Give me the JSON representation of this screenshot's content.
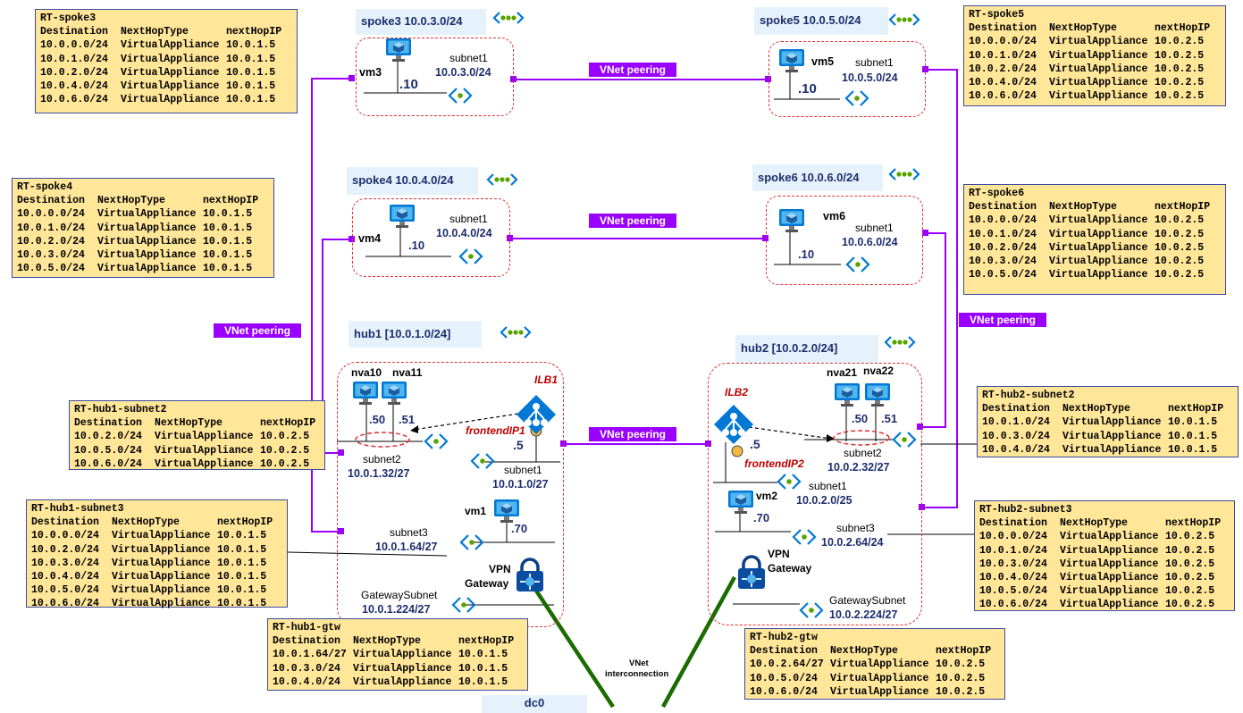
{
  "route_tables": {
    "rt_spoke3": {
      "title": "RT-spoke3",
      "header": [
        "Destination",
        "NextHopType",
        "nextHopIP"
      ],
      "rows": [
        [
          "10.0.0.0/24",
          "VirtualAppliance",
          "10.0.1.5"
        ],
        [
          "10.0.1.0/24",
          "VirtualAppliance",
          "10.0.1.5"
        ],
        [
          "10.0.2.0/24",
          "VirtualAppliance",
          "10.0.1.5"
        ],
        [
          "10.0.4.0/24",
          "VirtualAppliance",
          "10.0.1.5"
        ],
        [
          "10.0.6.0/24",
          "VirtualAppliance",
          "10.0.1.5"
        ]
      ]
    },
    "rt_spoke4": {
      "title": "RT-spoke4",
      "header": [
        "Destination",
        "NextHopType",
        "nextHopIP"
      ],
      "rows": [
        [
          "10.0.0.0/24",
          "VirtualAppliance",
          "10.0.1.5"
        ],
        [
          "10.0.1.0/24",
          "VirtualAppliance",
          "10.0.1.5"
        ],
        [
          "10.0.2.0/24",
          "VirtualAppliance",
          "10.0.1.5"
        ],
        [
          "10.0.3.0/24",
          "VirtualAppliance",
          "10.0.1.5"
        ],
        [
          "10.0.5.0/24",
          "VirtualAppliance",
          "10.0.1.5"
        ]
      ]
    },
    "rt_spoke5": {
      "title": "RT-spoke5",
      "header": [
        "Destination",
        "NextHopType",
        "nextHopIP"
      ],
      "rows": [
        [
          "10.0.0.0/24",
          "VirtualAppliance",
          "10.0.2.5"
        ],
        [
          "10.0.1.0/24",
          "VirtualAppliance",
          "10.0.2.5"
        ],
        [
          "10.0.2.0/24",
          "VirtualAppliance",
          "10.0.2.5"
        ],
        [
          "10.0.4.0/24",
          "VirtualAppliance",
          "10.0.2.5"
        ],
        [
          "10.0.6.0/24",
          "VirtualAppliance",
          "10.0.2.5"
        ]
      ]
    },
    "rt_spoke6": {
      "title": "RT-spoke6",
      "header": [
        "Destination",
        "NextHopType",
        "nextHopIP"
      ],
      "rows": [
        [
          "10.0.0.0/24",
          "VirtualAppliance",
          "10.0.2.5"
        ],
        [
          "10.0.1.0/24",
          "VirtualAppliance",
          "10.0.2.5"
        ],
        [
          "10.0.2.0/24",
          "VirtualAppliance",
          "10.0.2.5"
        ],
        [
          "10.0.3.0/24",
          "VirtualAppliance",
          "10.0.2.5"
        ],
        [
          "10.0.5.0/24",
          "VirtualAppliance",
          "10.0.2.5"
        ]
      ]
    },
    "rt_hub1_subnet2": {
      "title": "RT-hub1-subnet2",
      "header": [
        "Destination",
        "NextHopType",
        "nextHopIP"
      ],
      "rows": [
        [
          "10.0.2.0/24",
          "VirtualAppliance",
          "10.0.2.5"
        ],
        [
          "10.0.5.0/24",
          "VirtualAppliance",
          "10.0.2.5"
        ],
        [
          "10.0.6.0/24",
          "VirtualAppliance",
          "10.0.2.5"
        ]
      ]
    },
    "rt_hub1_subnet3": {
      "title": "RT-hub1-subnet3",
      "header": [
        "Destination",
        "NextHopType",
        "nextHopIP"
      ],
      "rows": [
        [
          "10.0.0.0/24",
          "VirtualAppliance",
          "10.0.1.5"
        ],
        [
          "10.0.2.0/24",
          "VirtualAppliance",
          "10.0.1.5"
        ],
        [
          "10.0.3.0/24",
          "VirtualAppliance",
          "10.0.1.5"
        ],
        [
          "10.0.4.0/24",
          "VirtualAppliance",
          "10.0.1.5"
        ],
        [
          "10.0.5.0/24",
          "VirtualAppliance",
          "10.0.1.5"
        ],
        [
          "10.0.6.0/24",
          "VirtualAppliance",
          "10.0.1.5"
        ]
      ]
    },
    "rt_hub1_gtw": {
      "title": "RT-hub1-gtw",
      "header": [
        "Destination",
        "NextHopType",
        "nextHopIP"
      ],
      "rows": [
        [
          "10.0.1.64/27",
          "VirtualAppliance",
          "10.0.1.5"
        ],
        [
          "10.0.3.0/24",
          "VirtualAppliance",
          "10.0.1.5"
        ],
        [
          "10.0.4.0/24",
          "VirtualAppliance",
          "10.0.1.5"
        ]
      ]
    },
    "rt_hub2_subnet2": {
      "title": "RT-hub2-subnet2",
      "header": [
        "Destination",
        "NextHopType",
        "nextHopIP"
      ],
      "rows": [
        [
          "10.0.1.0/24",
          "VirtualAppliance",
          "10.0.1.5"
        ],
        [
          "10.0.3.0/24",
          "VirtualAppliance",
          "10.0.1.5"
        ],
        [
          "10.0.4.0/24",
          "VirtualAppliance",
          "10.0.1.5"
        ]
      ]
    },
    "rt_hub2_subnet3": {
      "title": "RT-hub2-subnet3",
      "header": [
        "Destination",
        "NextHopType",
        "nextHopIP"
      ],
      "rows": [
        [
          "10.0.0.0/24",
          "VirtualAppliance",
          "10.0.2.5"
        ],
        [
          "10.0.1.0/24",
          "VirtualAppliance",
          "10.0.2.5"
        ],
        [
          "10.0.3.0/24",
          "VirtualAppliance",
          "10.0.2.5"
        ],
        [
          "10.0.4.0/24",
          "VirtualAppliance",
          "10.0.2.5"
        ],
        [
          "10.0.5.0/24",
          "VirtualAppliance",
          "10.0.2.5"
        ],
        [
          "10.0.6.0/24",
          "VirtualAppliance",
          "10.0.2.5"
        ]
      ]
    },
    "rt_hub2_gtw": {
      "title": "RT-hub2-gtw",
      "header": [
        "Destination",
        "NextHopType",
        "nextHopIP"
      ],
      "rows": [
        [
          "10.0.2.64/27",
          "VirtualAppliance",
          "10.0.2.5"
        ],
        [
          "10.0.5.0/24",
          "VirtualAppliance",
          "10.0.2.5"
        ],
        [
          "10.0.6.0/24",
          "VirtualAppliance",
          "10.0.2.5"
        ]
      ]
    }
  },
  "vnets": {
    "spoke3": "spoke3 10.0.3.0/24",
    "spoke4": "spoke4 10.0.4.0/24",
    "spoke5": "spoke5 10.0.5.0/24",
    "spoke6": "spoke6 10.0.6.0/24",
    "hub1": "hub1 [10.0.1.0/24]",
    "hub2": "hub2 [10.0.2.0/24]",
    "dc0": "dc0"
  },
  "peering_label": "VNet peering",
  "interconnection_label": [
    "VNet",
    "interconnection"
  ],
  "spokes": {
    "spoke3": {
      "vm": "vm3",
      "ip": ".10",
      "subnet": "subnet1",
      "prefix": "10.0.3.0/24"
    },
    "spoke4": {
      "vm": "vm4",
      "ip": ".10",
      "subnet": "subnet1",
      "prefix": "10.0.4.0/24"
    },
    "spoke5": {
      "vm": "vm5",
      "ip": ".10",
      "subnet": "subnet1",
      "prefix": "10.0.5.0/24"
    },
    "spoke6": {
      "vm": "vm6",
      "ip": ".10",
      "subnet": "subnet1",
      "prefix": "10.0.6.0/24"
    }
  },
  "hub1": {
    "nva_a": "nva10",
    "nva_b": "nva11",
    "nva_a_ip": ".50",
    "nva_b_ip": ".51",
    "ilb": "ILB1",
    "frontend": "frontendIP1",
    "ilb_ip": ".5",
    "subnet2": "subnet2",
    "subnet2_prefix": "10.0.1.32/27",
    "subnet1": "subnet1",
    "subnet1_prefix": "10.0.1.0/27",
    "vm": "vm1",
    "vm_ip": ".70",
    "subnet3": "subnet3",
    "subnet3_prefix": "10.0.1.64/27",
    "vpn": [
      "VPN",
      "Gateway"
    ],
    "gw_subnet": "GatewaySubnet",
    "gw_prefix": "10.0.1.224/27"
  },
  "hub2": {
    "nva_a": "nva21",
    "nva_b": "nva22",
    "nva_a_ip": ".50",
    "nva_b_ip": ".51",
    "ilb": "ILB2",
    "frontend": "frontendIP2",
    "ilb_ip": ".5",
    "subnet2": "subnet2",
    "subnet2_prefix": "10.0.2.32/27",
    "subnet1": "subnet1",
    "subnet1_prefix": "10.0.2.0/25",
    "vm": "vm2",
    "vm_ip": ".70",
    "subnet3": "subnet3",
    "subnet3_prefix": "10.0.2.64/24",
    "vpn": [
      "VPN",
      "Gateway"
    ],
    "gw_subnet": "GatewaySubnet",
    "gw_prefix": "10.0.2.224/27"
  },
  "colors": {
    "peering": "#9900ff",
    "subnet_border": "#e03030",
    "route_table_bg": "#ffe699",
    "vnet_label_bg": "#e6f2fb",
    "interconnection": "#1a6b00"
  }
}
